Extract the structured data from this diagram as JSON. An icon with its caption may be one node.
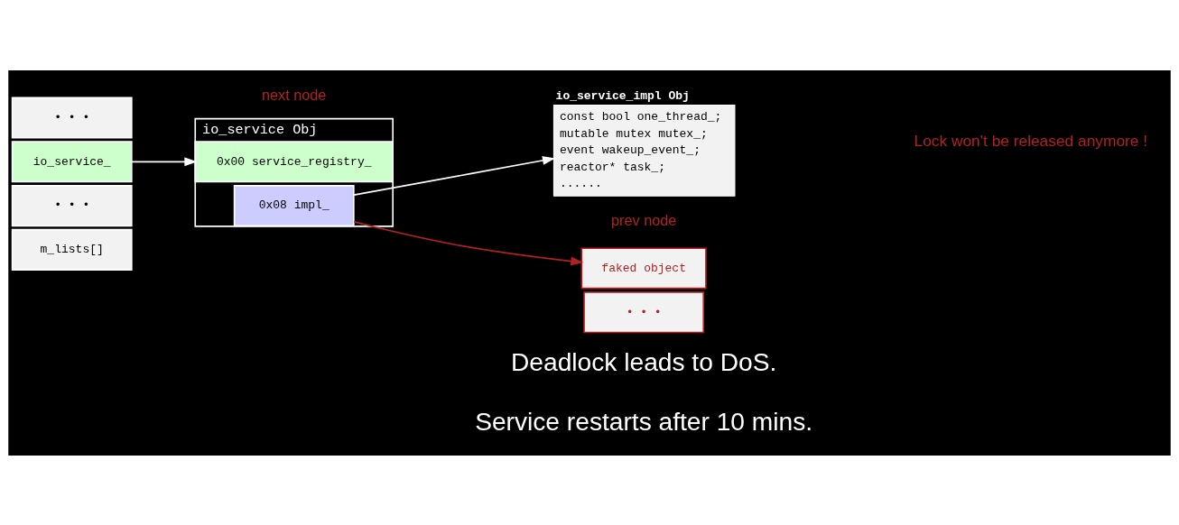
{
  "diagram": {
    "nodes": [
      {
        "text": [
          "• • •"
        ]
      },
      {
        "text": [
          "io_service_"
        ]
      },
      {
        "text": [
          "• • •"
        ]
      },
      {
        "text": [
          "m_lists[]"
        ]
      },
      {
        "text": [
          "io_service Obj"
        ],
        "beside": [
          "next node"
        ]
      },
      {
        "text": [
          "0x00 service_registry_"
        ],
        "in": 4
      },
      {
        "text": [
          "0x08 impl_"
        ],
        "in": 4
      },
      {
        "text": [
          "io_service_impl Obj",
          "const bool one_thread_;",
          "mutable mutex mutex_;",
          "event wakeup_event_;",
          "reactor* task_;",
          "......"
        ],
        "beside": [
          "prev node"
        ]
      },
      {
        "text": [
          "faked object"
        ]
      },
      {
        "text": [
          "• • •"
        ]
      }
    ],
    "edges": [
      {
        "from": 1,
        "to": 5,
        "arrow": "to"
      },
      {
        "from": 6,
        "to": 7,
        "arrow": "to"
      },
      {
        "from": 6,
        "to": 8,
        "arrow": "to",
        "color": "#b22222"
      }
    ],
    "labels": [
      "Lock won't be released anymore !",
      "Deadlock leads to DoS.",
      "Service restarts after 10 mins."
    ]
  }
}
